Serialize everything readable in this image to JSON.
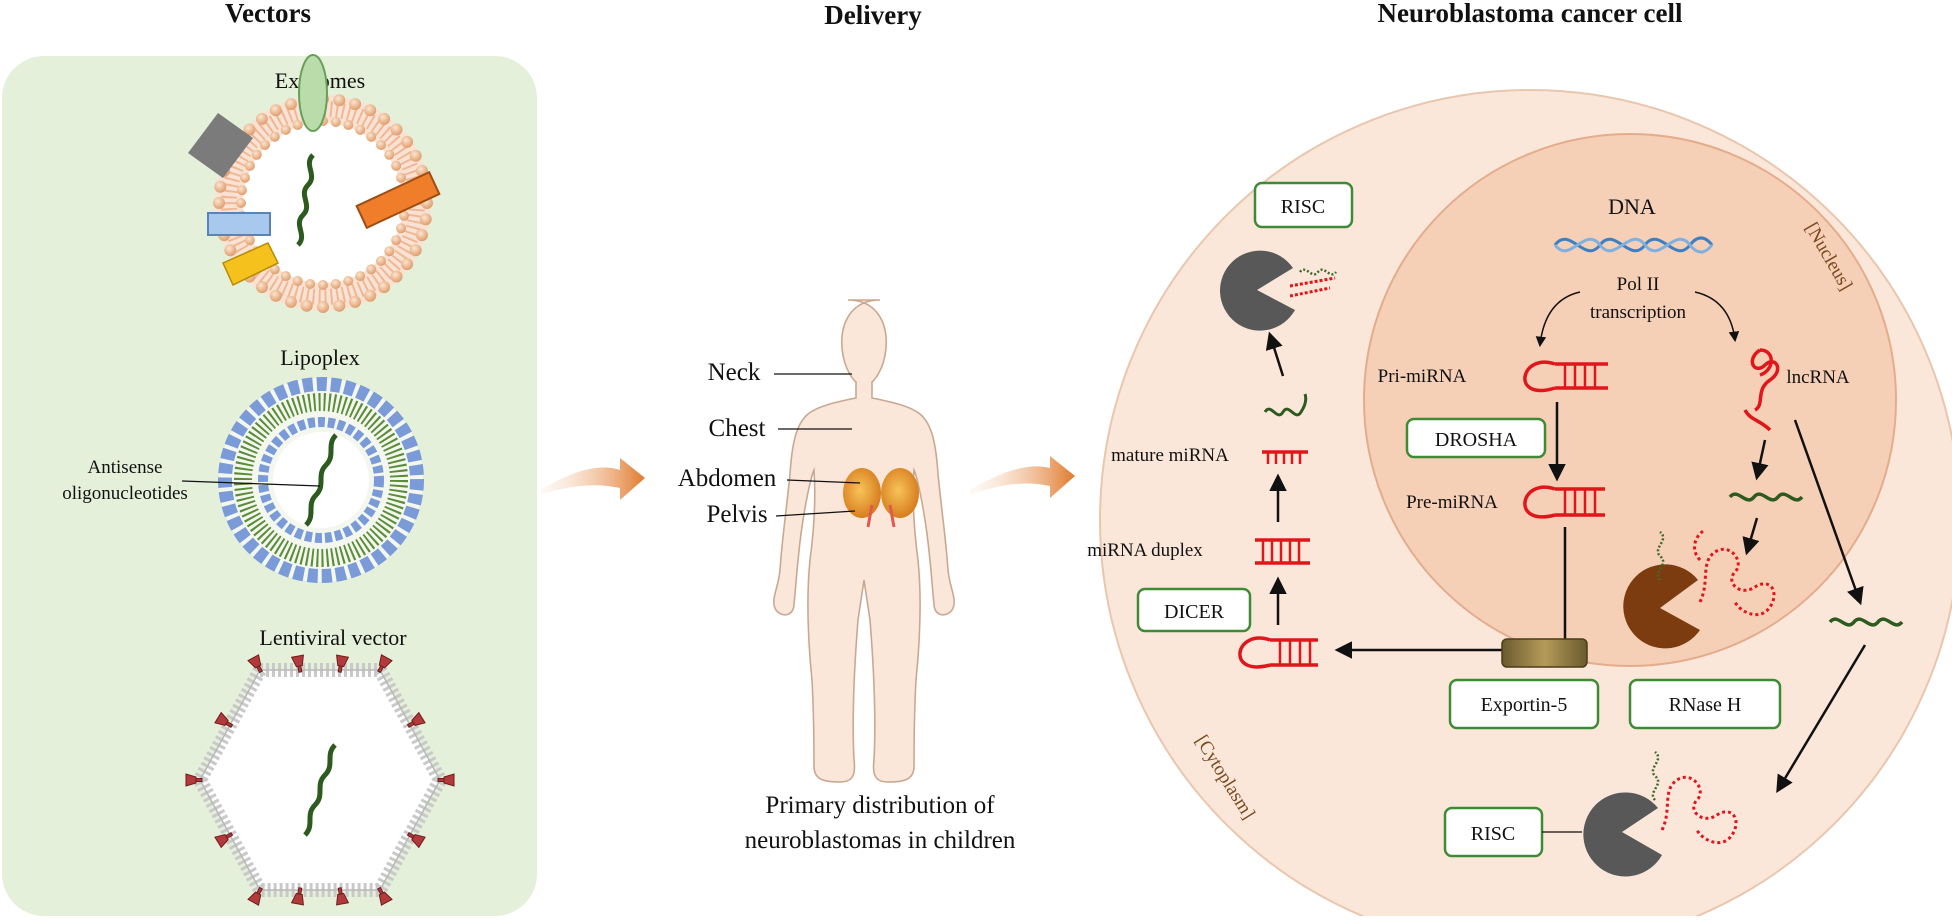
{
  "headers": {
    "vectors": "Vectors",
    "delivery": "Delivery",
    "cell": "Neuroblastoma cancer cell"
  },
  "vectors": {
    "exosomes": "Exosomes",
    "lipoplex": "Lipoplex",
    "antisense_line1": "Antisense",
    "antisense_line2": "oligonucleotides",
    "lentiviral": "Lentiviral vector"
  },
  "delivery": {
    "neck": "Neck",
    "chest": "Chest",
    "abdomen": "Abdomen",
    "pelvis": "Pelvis",
    "caption_line1": "Primary distribution of",
    "caption_line2": "neuroblastomas in children"
  },
  "cell": {
    "nucleus": "[Nucleus]",
    "cytoplasm": "[Cytoplasm]",
    "dna": "DNA",
    "pol_line1": "Pol II",
    "pol_line2": "transcription",
    "pri_mirna": "Pri-miRNA",
    "pre_mirna": "Pre-miRNA",
    "lncrna": "lncRNA",
    "drosha": "DROSHA",
    "exportin": "Exportin-5",
    "rnase_h": "RNase H",
    "dicer": "DICER",
    "mirna_duplex": "miRNA duplex",
    "mature_mirna": "mature miRNA",
    "risc_top": "RISC",
    "risc_bottom": "RISC"
  },
  "colors": {
    "vector_panel": "#e5f0da",
    "cell_fill": "#fbe7da",
    "nucleus_fill": "#f5cfb6",
    "rna_red": "#e0161b",
    "oligo_green": "#3e6b2a",
    "box_border": "#3f8a34",
    "risc_grey": "#585858",
    "rnase_brown": "#7c3c10",
    "dna_blue": "#3c7fc2",
    "arrow_orange": "#e07a2e"
  },
  "icons": [
    "exosome-icon",
    "lipoplex-icon",
    "lentivirus-icon",
    "human-body-icon",
    "kidney-icon",
    "dna-helix-icon",
    "hairpin-rna-icon",
    "risc-pacman-icon",
    "rnase-h-pacman-icon",
    "exportin-channel-icon"
  ]
}
